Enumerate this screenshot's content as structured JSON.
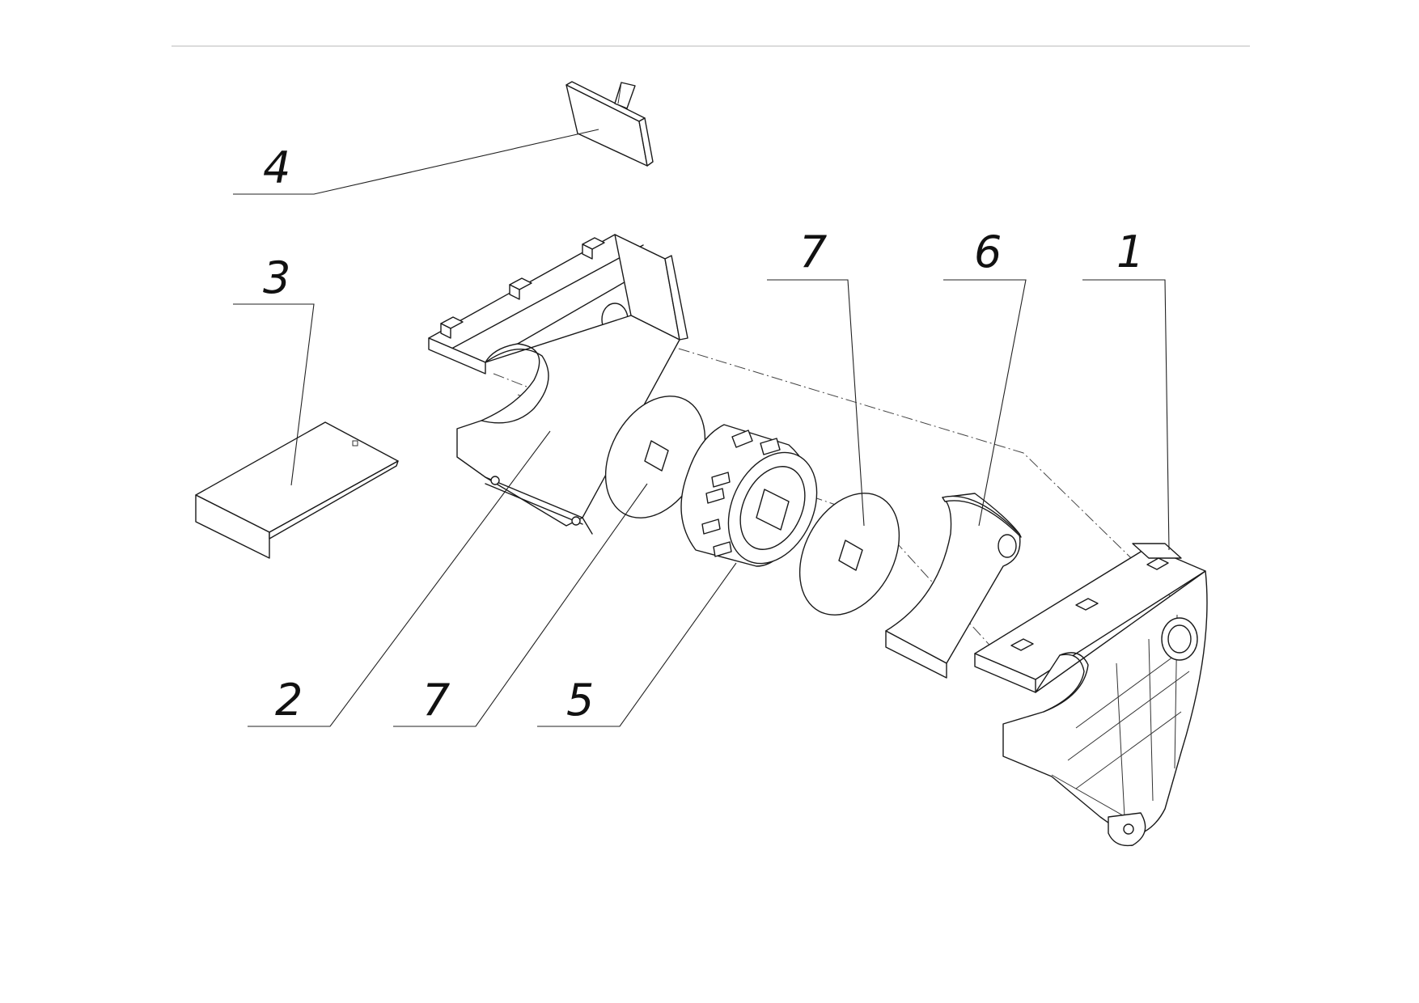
{
  "callouts": {
    "part_1": "1",
    "part_2": "2",
    "part_3": "3",
    "part_4": "4",
    "part_5": "5",
    "part_6": "6",
    "part_7_upper": "7",
    "part_7_lower": "7"
  },
  "colors": {
    "line": "#1a1a1a",
    "background": "#ffffff",
    "header_rule": "#cfcfcf"
  }
}
